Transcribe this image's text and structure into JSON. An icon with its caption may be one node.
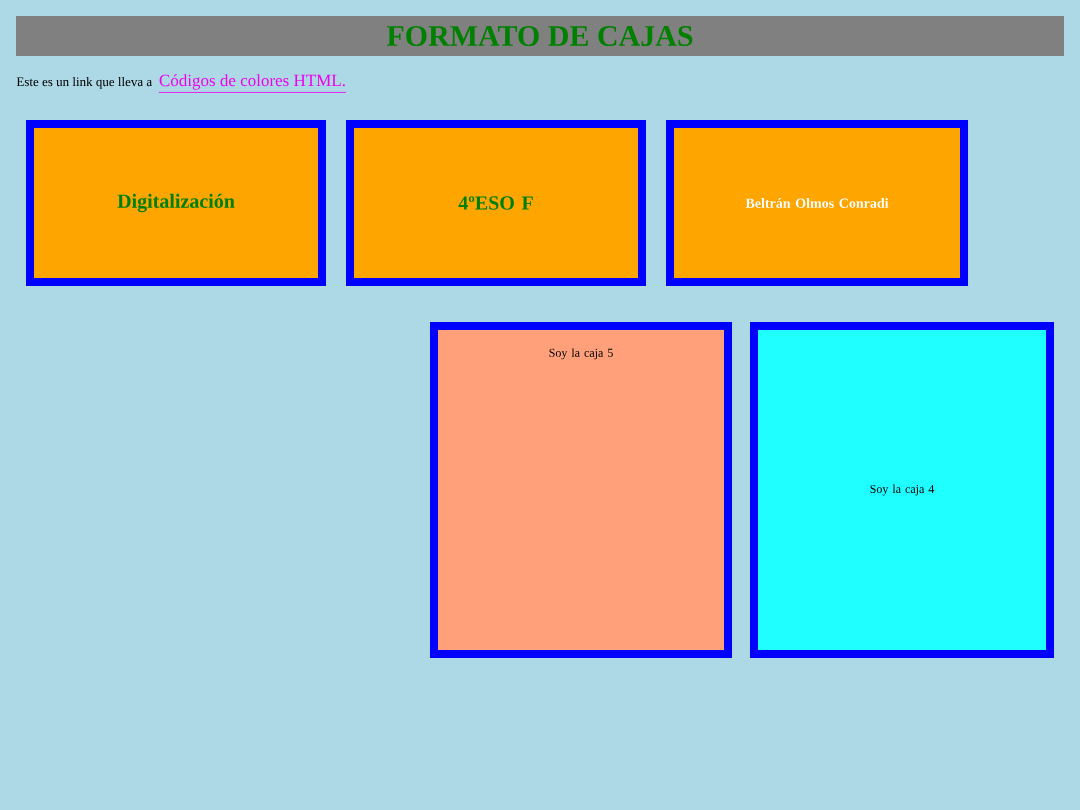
{
  "diagram": {
    "title": "FORMATO DE CAJAS",
    "nodes": [
      {
        "text": [
          "Digitalización"
        ]
      },
      {
        "text": [
          "4ºESO F"
        ]
      },
      {
        "text": [
          "Beltrán Olmos Conradi"
        ]
      },
      {
        "text": [
          "Soy la caja 5"
        ]
      },
      {
        "text": [
          "Soy la caja 4"
        ]
      }
    ],
    "labels": [
      "Este es un link que lleva a",
      "Códigos de colores HTML."
    ]
  }
}
